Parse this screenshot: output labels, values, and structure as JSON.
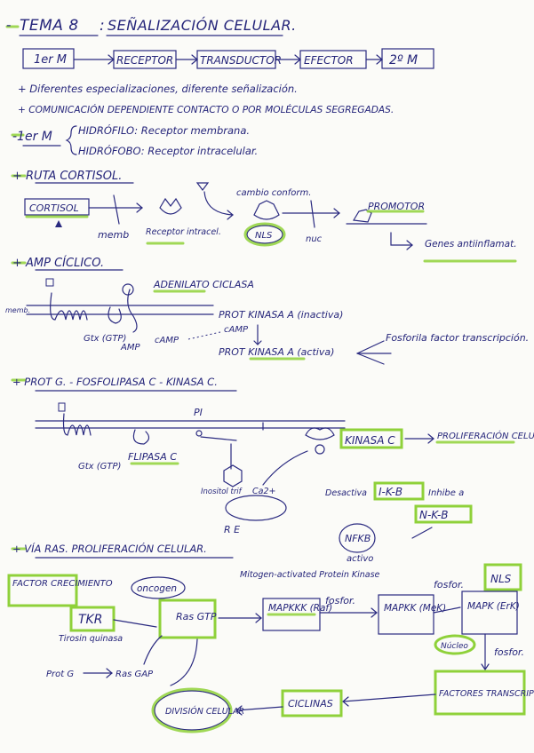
{
  "title": {
    "dash": "-",
    "tema": "TEMA 8",
    "colon": ":",
    "name": "SEÑALIZACIÓN CELULAR."
  },
  "chain": [
    "1er M",
    "RECEPTOR",
    "TRANSDUCTOR",
    "EFECTOR",
    "2º M"
  ],
  "bullets": [
    "+ Diferentes especializaciones, diferente señalización.",
    "+ COMUNICACIÓN DEPENDIENTE CONTACTO O POR MOLÉCULAS SEGREGADAS."
  ],
  "primer_m": {
    "label": "-1er M",
    "items": [
      "HIDRÓFILO: Receptor membrana.",
      "HIDRÓFOBO: Receptor intracelular."
    ]
  },
  "cortisol": {
    "heading": "+ RUTA CORTISOL.",
    "cortisol_box": "CORTISOL",
    "memb": "memb",
    "receptor": "Receptor intracel.",
    "cambio": "cambio conform.",
    "nls": "NLS",
    "nuc": "nuc",
    "promotor": "PROMOTOR",
    "genes": "Genes antiinflamat."
  },
  "amp": {
    "heading": "+ AMP CÍCLICO.",
    "adenilato": "ADENILATO CICLASA",
    "memb": "memb.",
    "gtx": "Gtx (GTP)",
    "amp": "AMP",
    "camp": "cAMP",
    "pka_inactive": "PROT KINASA A (inactiva)",
    "camp2": "cAMP",
    "pka_active": "PROT KINASA A (activa)",
    "fosforila": "Fosforila factor transcripción."
  },
  "plc": {
    "heading": "+ PROT G. - FOSFOLIPASA C - KINASA C.",
    "pi": "PI",
    "gtx": "Gtx (GTP)",
    "flipasa": "FLIPASA C",
    "inositol": "Inositol trif",
    "ca": "Ca2+",
    "re": "R E",
    "kinasa": "KINASA C",
    "proliferacion": "PROLIFERACIÓN CELULAR",
    "desactiva": "Desactiva",
    "ikb": "I-K-B",
    "inhibe": "Inhibe a",
    "nkb": "N-K-B",
    "nfkb": "NFKB",
    "activo": "activo"
  },
  "ras": {
    "heading": "+ VÍA RAS. PROLIFERACIÓN CELULAR.",
    "factor": "FACTOR CRECIMIENTO",
    "tkr": "TKR",
    "tirosin": "Tirosin quinasa",
    "oncogen": "oncogen",
    "rasgtp": "Ras GTP",
    "mitogen": "Mitogen-activated Protein Kinase",
    "mapkkk": "MAPKKK (Raf)",
    "fosfor1": "fosfor.",
    "mapkk": "MAPKK (MeK)",
    "fosfor2": "fosfor.",
    "nls": "NLS",
    "mapk": "MAPK (ErK)",
    "nucleo": "Núcleo",
    "fosfor3": "fosfor.",
    "factores": "FACTORES TRANSCRIPCIÓN",
    "ciclinas": "CICLINAS",
    "division": "DIVISIÓN CELULAR",
    "protg": "Prot G",
    "rasgap": "Ras GAP"
  }
}
